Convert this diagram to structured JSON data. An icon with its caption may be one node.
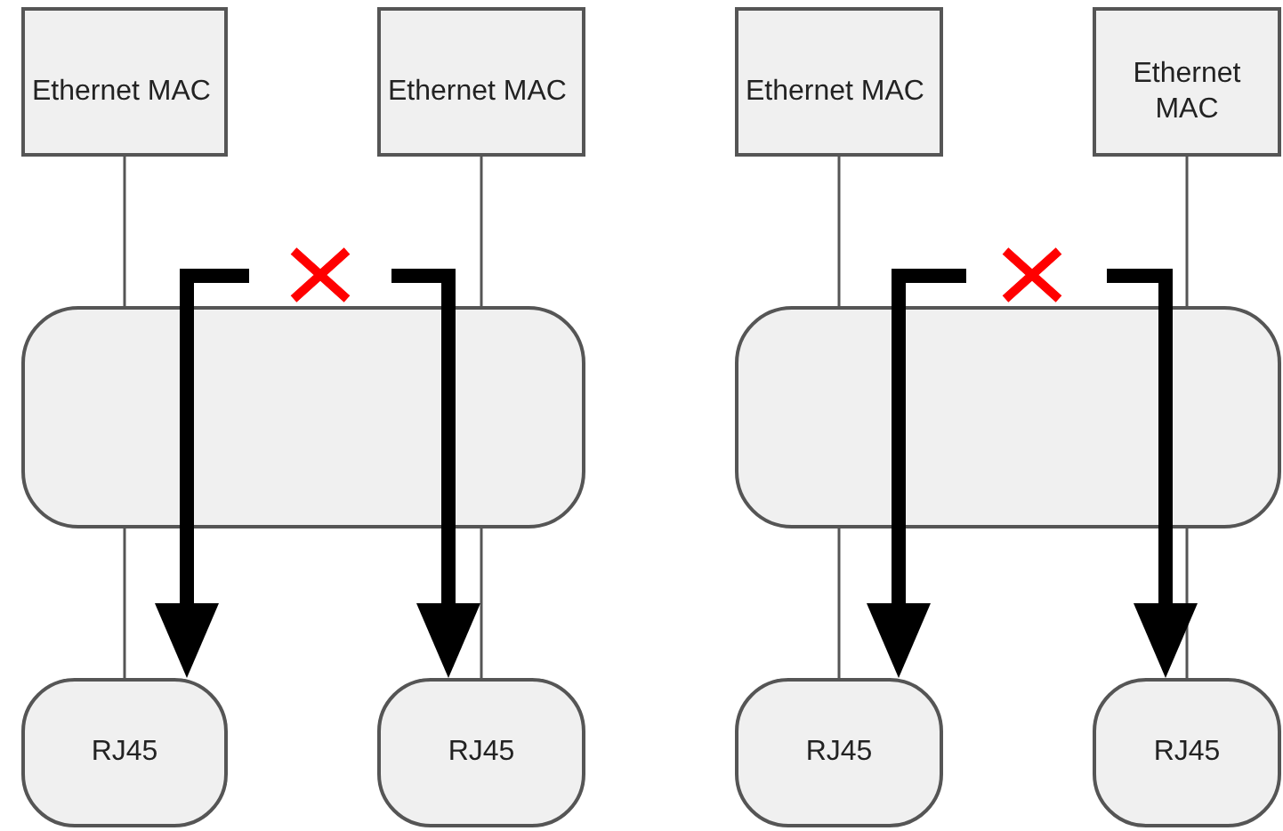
{
  "diagram": {
    "nodes": [
      {
        "text": [
          "Ethernet MAC"
        ]
      },
      {
        "text": [
          "Ethernet MAC"
        ]
      },
      {
        "text": [
          "Ethernet MAC"
        ]
      },
      {
        "text": [
          "Ethernet MAC"
        ]
      },
      {
        "text": [],
        "shape": "box"
      },
      {
        "text": [],
        "shape": "box"
      },
      {
        "text": [
          "RJ45"
        ]
      },
      {
        "text": [
          "RJ45"
        ]
      },
      {
        "text": [
          "RJ45"
        ]
      },
      {
        "text": [
          "RJ45"
        ]
      }
    ],
    "edges": [
      {
        "from": 0,
        "to": 4,
        "arrow": "none"
      },
      {
        "from": 1,
        "to": 4,
        "arrow": "none"
      },
      {
        "from": 2,
        "to": 5,
        "arrow": "none"
      },
      {
        "from": 3,
        "to": 5,
        "arrow": "none"
      },
      {
        "from": 4,
        "to": 6,
        "arrow": "none"
      },
      {
        "from": 4,
        "to": 7,
        "arrow": "none"
      },
      {
        "from": 5,
        "to": 8,
        "arrow": "none"
      },
      {
        "from": 5,
        "to": 9,
        "arrow": "none"
      },
      {
        "from": null,
        "to": 6,
        "arrow": "to",
        "style": "thick"
      },
      {
        "from": null,
        "to": 7,
        "arrow": "to",
        "style": "thick"
      },
      {
        "from": null,
        "to": 8,
        "arrow": "to",
        "style": "thick"
      },
      {
        "from": null,
        "to": 9,
        "arrow": "to",
        "style": "thick"
      }
    ]
  }
}
